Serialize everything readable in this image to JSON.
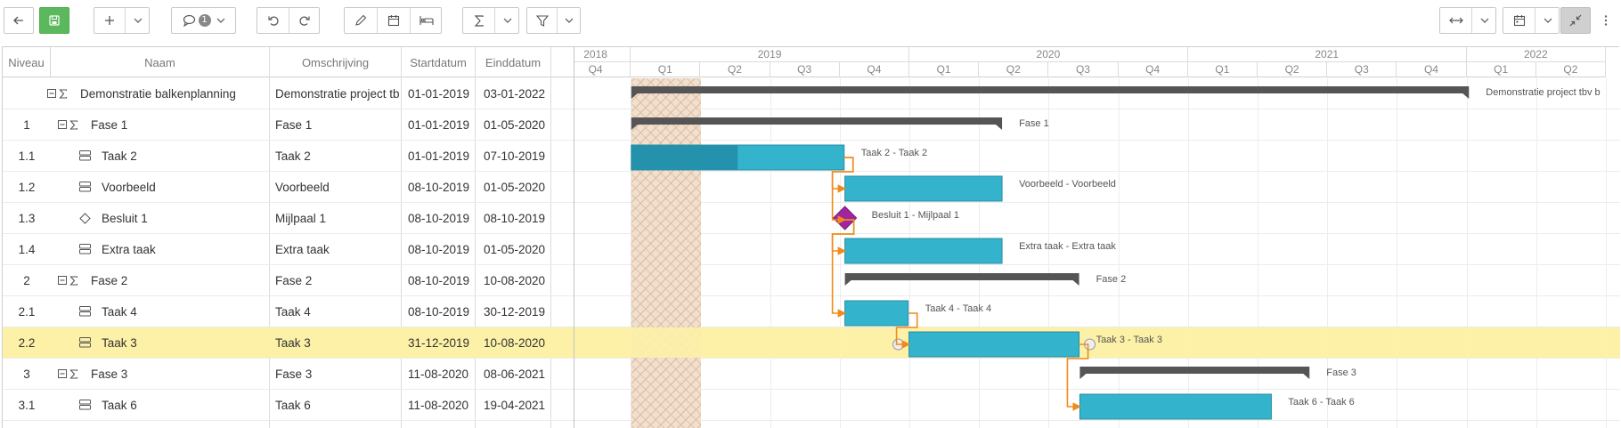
{
  "toolbar": {
    "comments_count": "1"
  },
  "columns": {
    "niveau": "Niveau",
    "naam": "Naam",
    "omschrijving": "Omschrijving",
    "startdatum": "Startdatum",
    "einddatum": "Einddatum"
  },
  "timeline": {
    "years": [
      "2018",
      "2019",
      "2020",
      "2021",
      "2022"
    ],
    "quarters": [
      "Q4",
      "Q1",
      "Q2",
      "Q3",
      "Q4",
      "Q1",
      "Q2",
      "Q3",
      "Q4",
      "Q1",
      "Q2",
      "Q3",
      "Q4",
      "Q1",
      "Q2"
    ]
  },
  "rows": [
    {
      "niveau": "",
      "naam": "Demonstratie balkenplanning",
      "omschrijving": "Demonstratie project tb",
      "start": "01-01-2019",
      "eind": "03-01-2022",
      "icon": "summary-icon",
      "label": "Demonstratie project tbv b"
    },
    {
      "niveau": "1",
      "naam": "Fase 1",
      "omschrijving": "Fase 1",
      "start": "01-01-2019",
      "eind": "01-05-2020",
      "icon": "summary-icon",
      "label": "Fase 1"
    },
    {
      "niveau": "1.1",
      "naam": "Taak 2",
      "omschrijving": "Taak 2",
      "start": "01-01-2019",
      "eind": "07-10-2019",
      "icon": "task-icon",
      "label": "Taak 2 - Taak 2",
      "progress": 0.5
    },
    {
      "niveau": "1.2",
      "naam": "Voorbeeld",
      "omschrijving": "Voorbeeld",
      "start": "08-10-2019",
      "eind": "01-05-2020",
      "icon": "task-icon",
      "label": "Voorbeeld - Voorbeeld"
    },
    {
      "niveau": "1.3",
      "naam": "Besluit 1",
      "omschrijving": "Mijlpaal 1",
      "start": "08-10-2019",
      "eind": "08-10-2019",
      "icon": "milestone-icon",
      "label": "Besluit 1 - Mijlpaal 1"
    },
    {
      "niveau": "1.4",
      "naam": "Extra taak",
      "omschrijving": "Extra taak",
      "start": "08-10-2019",
      "eind": "01-05-2020",
      "icon": "task-icon",
      "label": "Extra taak - Extra taak"
    },
    {
      "niveau": "2",
      "naam": "Fase 2",
      "omschrijving": "Fase 2",
      "start": "08-10-2019",
      "eind": "10-08-2020",
      "icon": "summary-icon",
      "label": "Fase 2"
    },
    {
      "niveau": "2.1",
      "naam": "Taak 4",
      "omschrijving": "Taak 4",
      "start": "08-10-2019",
      "eind": "30-12-2019",
      "icon": "task-icon",
      "label": "Taak 4 - Taak 4"
    },
    {
      "niveau": "2.2",
      "naam": "Taak 3",
      "omschrijving": "Taak 3",
      "start": "31-12-2019",
      "eind": "10-08-2020",
      "icon": "task-icon",
      "label": "Taak 3 - Taak 3",
      "selected": true
    },
    {
      "niveau": "3",
      "naam": "Fase 3",
      "omschrijving": "Fase 3",
      "start": "11-08-2020",
      "eind": "08-06-2021",
      "icon": "summary-icon",
      "label": "Fase 3"
    },
    {
      "niveau": "3.1",
      "naam": "Taak 6",
      "omschrijving": "Taak 6",
      "start": "11-08-2020",
      "eind": "19-04-2021",
      "icon": "task-icon",
      "label": "Taak 6 - Taak 6"
    }
  ],
  "colors": {
    "task_bar": "#33b3cc",
    "task_progress": "#2592ad",
    "summary_bar": "#555555",
    "milestone": "#a0259f",
    "dependency": "#f08a1c",
    "selected_row": "#fdf1a7",
    "save_button": "#5cb85c"
  }
}
